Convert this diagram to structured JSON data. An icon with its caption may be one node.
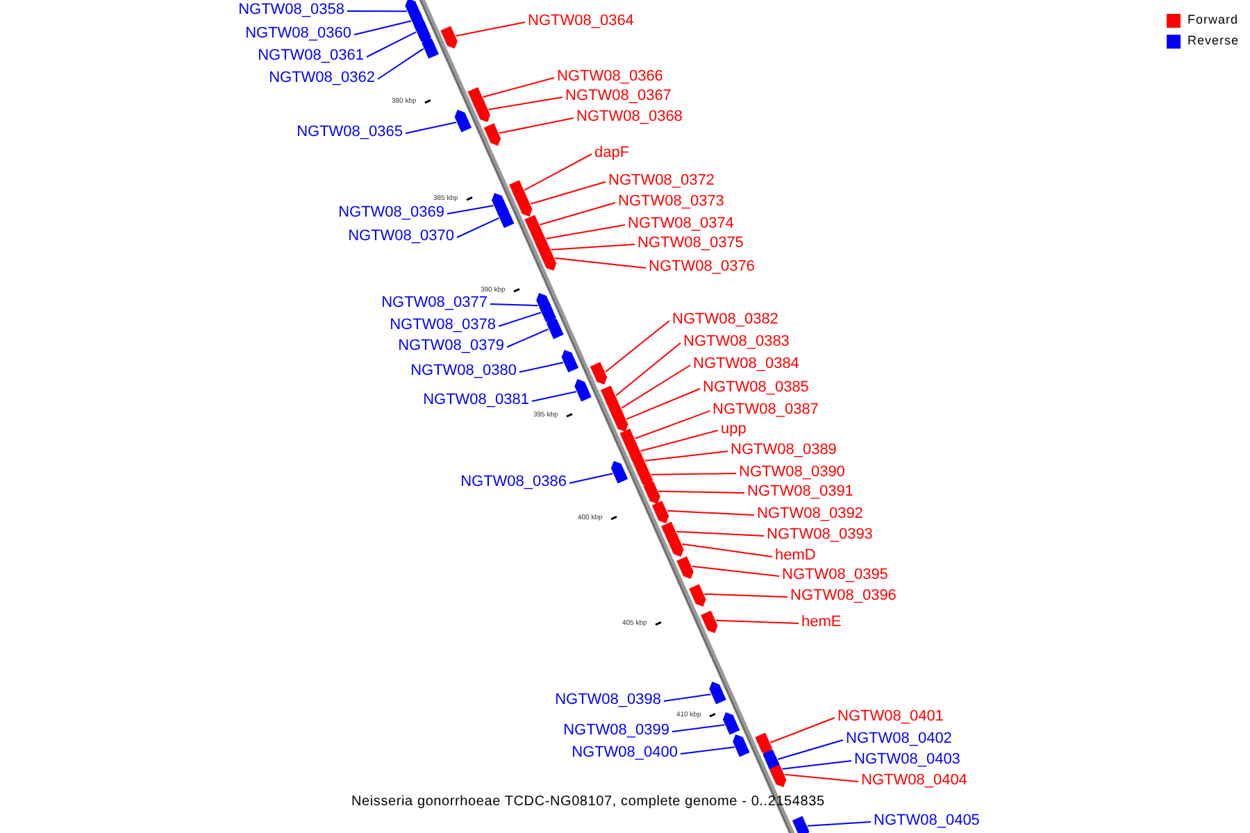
{
  "diagram": {
    "caption": "Neisseria gonorrhoeae TCDC-NG08107, complete genome - 0..2154835",
    "nodes": [
      {
        "text": [
          "NGTW08_0358"
        ]
      },
      {
        "text": [
          "NGTW08_0364"
        ]
      },
      {
        "text": [
          "NGTW08_0360"
        ]
      },
      {
        "text": [
          "NGTW08_0361"
        ]
      },
      {
        "text": [
          "NGTW08_0366"
        ]
      },
      {
        "text": [
          "NGTW08_0362"
        ]
      },
      {
        "text": [
          "NGTW08_0367"
        ]
      },
      {
        "text": [
          "NGTW08_0368"
        ]
      },
      {
        "text": [
          "NGTW08_0365"
        ]
      },
      {
        "text": [
          "dapF"
        ]
      },
      {
        "text": [
          "NGTW08_0372"
        ]
      },
      {
        "text": [
          "NGTW08_0373"
        ]
      },
      {
        "text": [
          "NGTW08_0369"
        ]
      },
      {
        "text": [
          "NGTW08_0374"
        ]
      },
      {
        "text": [
          "NGTW08_0370"
        ]
      },
      {
        "text": [
          "NGTW08_0375"
        ]
      },
      {
        "text": [
          "NGTW08_0376"
        ]
      },
      {
        "text": [
          "NGTW08_0377"
        ]
      },
      {
        "text": [
          "NGTW08_0382"
        ]
      },
      {
        "text": [
          "NGTW08_0378"
        ]
      },
      {
        "text": [
          "NGTW08_0383"
        ]
      },
      {
        "text": [
          "NGTW08_0379"
        ]
      },
      {
        "text": [
          "NGTW08_0384"
        ]
      },
      {
        "text": [
          "NGTW08_0380"
        ]
      },
      {
        "text": [
          "NGTW08_0385"
        ]
      },
      {
        "text": [
          "NGTW08_0381"
        ]
      },
      {
        "text": [
          "NGTW08_0387"
        ]
      },
      {
        "text": [
          "upp"
        ]
      },
      {
        "text": [
          "NGTW08_0389"
        ]
      },
      {
        "text": [
          "NGTW08_0390"
        ]
      },
      {
        "text": [
          "NGTW08_0386"
        ]
      },
      {
        "text": [
          "NGTW08_0391"
        ]
      },
      {
        "text": [
          "NGTW08_0392"
        ]
      },
      {
        "text": [
          "NGTW08_0393"
        ]
      },
      {
        "text": [
          "hemD"
        ]
      },
      {
        "text": [
          "NGTW08_0395"
        ]
      },
      {
        "text": [
          "NGTW08_0396"
        ]
      },
      {
        "text": [
          "hemE"
        ]
      },
      {
        "text": [
          "NGTW08_0398"
        ]
      },
      {
        "text": [
          "NGTW08_0401"
        ]
      },
      {
        "text": [
          "NGTW08_0399"
        ]
      },
      {
        "text": [
          "NGTW08_0402"
        ]
      },
      {
        "text": [
          "NGTW08_0400"
        ]
      },
      {
        "text": [
          "NGTW08_0403"
        ]
      },
      {
        "text": [
          "NGTW08_0404"
        ]
      },
      {
        "text": [
          "NGTW08_0405"
        ]
      },
      {
        "text": [],
        "shape": "box"
      },
      {
        "text": [],
        "shape": "box"
      },
      {
        "text": [],
        "shape": "box"
      },
      {
        "text": [],
        "shape": "box"
      },
      {
        "text": [],
        "shape": "box"
      },
      {
        "text": [],
        "shape": "box"
      },
      {
        "text": [],
        "shape": "box"
      },
      {
        "text": [],
        "shape": "box"
      },
      {
        "text": [],
        "shape": "box"
      },
      {
        "text": [],
        "shape": "box"
      },
      {
        "text": [],
        "shape": "box"
      },
      {
        "text": [],
        "shape": "box"
      },
      {
        "text": [],
        "shape": "box"
      },
      {
        "text": [],
        "shape": "box"
      },
      {
        "text": [],
        "shape": "box"
      },
      {
        "text": [],
        "shape": "box"
      },
      {
        "text": [],
        "shape": "box"
      },
      {
        "text": [],
        "shape": "box"
      },
      {
        "text": [],
        "shape": "box"
      },
      {
        "text": [],
        "shape": "box"
      },
      {
        "text": [],
        "shape": "box"
      },
      {
        "text": [],
        "shape": "box"
      },
      {
        "text": [],
        "shape": "box"
      },
      {
        "text": [],
        "shape": "box"
      },
      {
        "text": [],
        "shape": "box"
      },
      {
        "text": [],
        "shape": "box"
      },
      {
        "text": [],
        "shape": "box"
      },
      {
        "text": [],
        "shape": "box"
      },
      {
        "text": [],
        "shape": "box"
      },
      {
        "text": [],
        "shape": "box"
      },
      {
        "text": [],
        "shape": "box"
      },
      {
        "text": [],
        "shape": "box"
      },
      {
        "text": [],
        "shape": "box"
      },
      {
        "text": [],
        "shape": "box"
      },
      {
        "text": [],
        "shape": "box"
      },
      {
        "text": [],
        "shape": "box"
      },
      {
        "text": [],
        "shape": "box"
      },
      {
        "text": [],
        "shape": "box"
      },
      {
        "text": [],
        "shape": "box"
      },
      {
        "text": [],
        "shape": "box"
      },
      {
        "text": [],
        "shape": "box"
      },
      {
        "text": [],
        "shape": "box"
      },
      {
        "text": [],
        "shape": "box"
      },
      {
        "text": [],
        "shape": "box"
      },
      {
        "text": [],
        "shape": "box"
      },
      {
        "text": [],
        "shape": "box"
      }
    ],
    "edges": [
      {
        "from": 0,
        "to": 46,
        "arrow": "none",
        "color": "#0000ff"
      },
      {
        "from": 1,
        "to": 47,
        "arrow": "none"
      },
      {
        "from": 2,
        "to": 48,
        "arrow": "none",
        "color": "#0000ff"
      },
      {
        "from": 3,
        "to": 49,
        "arrow": "none",
        "color": "#0000ff"
      },
      {
        "from": 4,
        "to": 50,
        "arrow": "none"
      },
      {
        "from": 5,
        "to": 51,
        "arrow": "none",
        "color": "#0000ff"
      },
      {
        "from": 6,
        "to": 52,
        "arrow": "none"
      },
      {
        "from": 7,
        "to": 53,
        "arrow": "none"
      },
      {
        "from": 8,
        "to": 54,
        "arrow": "none",
        "color": "#0000ff"
      },
      {
        "from": 9,
        "to": 55,
        "arrow": "none"
      },
      {
        "from": 10,
        "to": 56,
        "arrow": "none"
      },
      {
        "from": 11,
        "to": 57,
        "arrow": "none"
      },
      {
        "from": 12,
        "to": 58,
        "arrow": "none",
        "color": "#0000ff"
      },
      {
        "from": 13,
        "to": 59,
        "arrow": "none"
      },
      {
        "from": 14,
        "to": 60,
        "arrow": "none",
        "color": "#0000ff"
      },
      {
        "from": 15,
        "to": 61,
        "arrow": "none"
      },
      {
        "from": 16,
        "to": 62,
        "arrow": "none"
      },
      {
        "from": 17,
        "to": 63,
        "arrow": "none",
        "color": "#0000ff"
      },
      {
        "from": 18,
        "to": 64,
        "arrow": "none"
      },
      {
        "from": 19,
        "to": 65,
        "arrow": "none",
        "color": "#0000ff"
      },
      {
        "from": 20,
        "to": 66,
        "arrow": "none"
      },
      {
        "from": 21,
        "to": 67,
        "arrow": "none",
        "color": "#0000ff"
      },
      {
        "from": 22,
        "to": 68,
        "arrow": "none"
      },
      {
        "from": 23,
        "to": 69,
        "arrow": "none",
        "color": "#0000ff"
      },
      {
        "from": 24,
        "to": 70,
        "arrow": "none"
      },
      {
        "from": 25,
        "to": 71,
        "arrow": "none",
        "color": "#0000ff"
      },
      {
        "from": 26,
        "to": 72,
        "arrow": "none"
      },
      {
        "from": 27,
        "to": 73,
        "arrow": "none"
      },
      {
        "from": 28,
        "to": 74,
        "arrow": "none"
      },
      {
        "from": 29,
        "to": 75,
        "arrow": "none"
      },
      {
        "from": 30,
        "to": 76,
        "arrow": "none",
        "color": "#0000ff"
      },
      {
        "from": 31,
        "to": 77,
        "arrow": "none"
      },
      {
        "from": 32,
        "to": 78,
        "arrow": "none"
      },
      {
        "from": 33,
        "to": 79,
        "arrow": "none"
      },
      {
        "from": 34,
        "to": 80,
        "arrow": "none"
      },
      {
        "from": 35,
        "to": 81,
        "arrow": "none"
      },
      {
        "from": 36,
        "to": 82,
        "arrow": "none"
      },
      {
        "from": 37,
        "to": 83,
        "arrow": "none"
      },
      {
        "from": 38,
        "to": 84,
        "arrow": "none",
        "color": "#0000ff"
      },
      {
        "from": 39,
        "to": 85,
        "arrow": "none"
      },
      {
        "from": 40,
        "to": 86,
        "arrow": "none",
        "color": "#0000ff"
      },
      {
        "from": 41,
        "to": 87,
        "arrow": "none",
        "color": "#0000ff"
      },
      {
        "from": 42,
        "to": 88,
        "arrow": "none",
        "color": "#0000ff"
      },
      {
        "from": 43,
        "to": 89,
        "arrow": "none",
        "color": "#0000ff"
      },
      {
        "from": 44,
        "to": 90,
        "arrow": "none"
      },
      {
        "from": 45,
        "to": 91,
        "arrow": "none",
        "color": "#0000ff"
      }
    ],
    "labels": [
      "380 kbp",
      "385 kbp",
      "390 kbp",
      "395 kbp",
      "400 kbp",
      "405 kbp",
      "410 kbp"
    ],
    "legend": [
      {
        "text": "Forward",
        "color": "#ff0000"
      },
      {
        "text": "Reverse",
        "color": "#0000ff"
      }
    ]
  }
}
